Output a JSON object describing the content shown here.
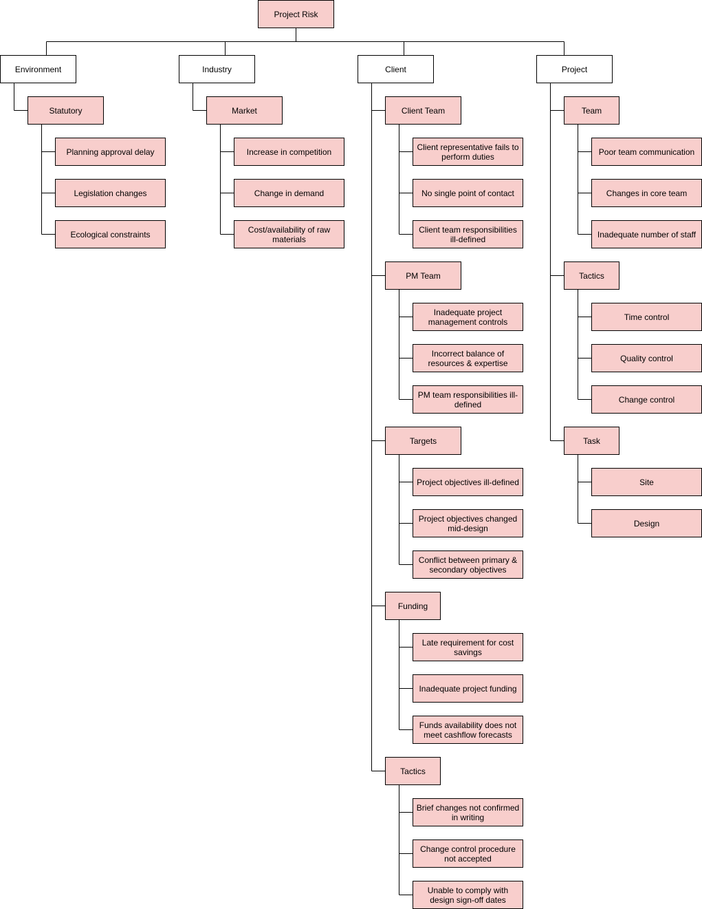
{
  "colors": {
    "node_fill": "#f8cecc",
    "category_fill": "#ffffff",
    "line": "#000000"
  },
  "root": {
    "label": "Project Risk"
  },
  "categories": [
    {
      "label": "Environment",
      "groups": [
        {
          "label": "Statutory",
          "items": [
            "Planning approval delay",
            "Legislation changes",
            "Ecological constraints"
          ]
        }
      ]
    },
    {
      "label": "Industry",
      "groups": [
        {
          "label": "Market",
          "items": [
            "Increase in competition",
            "Change in demand",
            "Cost/availability of raw materials"
          ]
        }
      ]
    },
    {
      "label": "Client",
      "groups": [
        {
          "label": "Client Team",
          "items": [
            "Client representative fails to perform duties",
            "No single point of contact",
            "Client team responsibilities ill-defined"
          ]
        },
        {
          "label": "PM Team",
          "items": [
            "Inadequate project management controls",
            "Incorrect balance of resources & expertise",
            "PM team responsibilities ill-defined"
          ]
        },
        {
          "label": "Targets",
          "items": [
            "Project objectives ill-defined",
            "Project objectives changed mid-design",
            "Conflict between primary & secondary objectives"
          ]
        },
        {
          "label": "Funding",
          "items": [
            "Late requirement for cost savings",
            "Inadequate project funding",
            "Funds availability does not meet cashflow forecasts"
          ]
        },
        {
          "label": "Tactics",
          "items": [
            "Brief changes not confirmed in writing",
            "Change control procedure not accepted",
            "Unable to comply with design sign-off dates"
          ]
        }
      ]
    },
    {
      "label": "Project",
      "groups": [
        {
          "label": "Team",
          "items": [
            "Poor team communication",
            "Changes in core team",
            "Inadequate number of staff"
          ]
        },
        {
          "label": "Tactics",
          "items": [
            "Time control",
            "Quality control",
            "Change control"
          ]
        },
        {
          "label": "Task",
          "items": [
            "Site",
            "Design"
          ]
        }
      ]
    }
  ]
}
